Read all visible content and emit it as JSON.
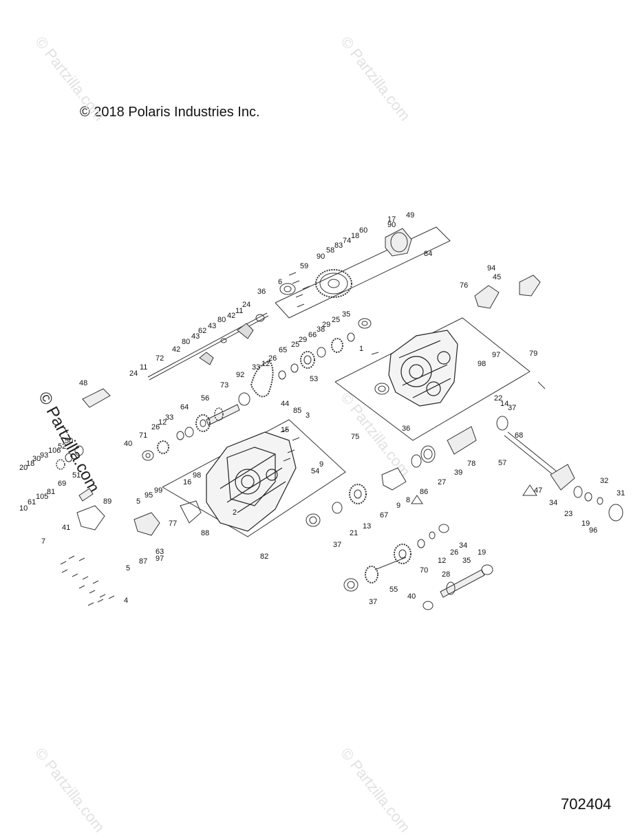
{
  "copyright": "© 2018 Polaris Industries Inc.",
  "figure_number": "702404",
  "watermark": "© Partzilla.com",
  "callouts": [
    {
      "id": "l49",
      "text": "49"
    },
    {
      "id": "l17",
      "text": "17"
    },
    {
      "id": "l90a",
      "text": "90"
    },
    {
      "id": "l60",
      "text": "60"
    },
    {
      "id": "l18",
      "text": "18"
    },
    {
      "id": "l74",
      "text": "74"
    },
    {
      "id": "l83",
      "text": "83"
    },
    {
      "id": "l58",
      "text": "58"
    },
    {
      "id": "l90b",
      "text": "90"
    },
    {
      "id": "l59",
      "text": "59"
    },
    {
      "id": "l84",
      "text": "84"
    },
    {
      "id": "l94",
      "text": "94"
    },
    {
      "id": "l45",
      "text": "45"
    },
    {
      "id": "l76",
      "text": "76"
    },
    {
      "id": "l6",
      "text": "6"
    },
    {
      "id": "l36a",
      "text": "36"
    },
    {
      "id": "l24a",
      "text": "24"
    },
    {
      "id": "l11a",
      "text": "11"
    },
    {
      "id": "l42a",
      "text": "42"
    },
    {
      "id": "l80a",
      "text": "80"
    },
    {
      "id": "l43a",
      "text": "43"
    },
    {
      "id": "l62",
      "text": "62"
    },
    {
      "id": "l80b",
      "text": "80"
    },
    {
      "id": "l43b",
      "text": "43"
    },
    {
      "id": "l42b",
      "text": "42"
    },
    {
      "id": "l35a",
      "text": "35"
    },
    {
      "id": "l25a",
      "text": "25"
    },
    {
      "id": "l29a",
      "text": "29"
    },
    {
      "id": "l38",
      "text": "38"
    },
    {
      "id": "l66",
      "text": "66"
    },
    {
      "id": "l29b",
      "text": "29"
    },
    {
      "id": "l25b",
      "text": "25"
    },
    {
      "id": "l65",
      "text": "65"
    },
    {
      "id": "l26a",
      "text": "26"
    },
    {
      "id": "l12a",
      "text": "12"
    },
    {
      "id": "l33a",
      "text": "33"
    },
    {
      "id": "l72",
      "text": "72"
    },
    {
      "id": "l11b",
      "text": "11"
    },
    {
      "id": "l24b",
      "text": "24"
    },
    {
      "id": "l1",
      "text": "1"
    },
    {
      "id": "l98",
      "text": "98"
    },
    {
      "id": "l97a",
      "text": "97"
    },
    {
      "id": "l79",
      "text": "79"
    },
    {
      "id": "l48",
      "text": "48"
    },
    {
      "id": "l92",
      "text": "92"
    },
    {
      "id": "l73",
      "text": "73"
    },
    {
      "id": "l53",
      "text": "53"
    },
    {
      "id": "l44",
      "text": "44"
    },
    {
      "id": "l85",
      "text": "85"
    },
    {
      "id": "l3",
      "text": "3"
    },
    {
      "id": "l36b",
      "text": "36"
    },
    {
      "id": "l22",
      "text": "22"
    },
    {
      "id": "l14",
      "text": "14"
    },
    {
      "id": "l37a",
      "text": "37"
    },
    {
      "id": "l68",
      "text": "68"
    },
    {
      "id": "l56",
      "text": "56"
    },
    {
      "id": "l64",
      "text": "64"
    },
    {
      "id": "l33b",
      "text": "33"
    },
    {
      "id": "l12b",
      "text": "12"
    },
    {
      "id": "l26b",
      "text": "26"
    },
    {
      "id": "l71",
      "text": "71"
    },
    {
      "id": "l40a",
      "text": "40"
    },
    {
      "id": "l15",
      "text": "15"
    },
    {
      "id": "l75",
      "text": "75"
    },
    {
      "id": "l9a",
      "text": "9"
    },
    {
      "id": "l54",
      "text": "54"
    },
    {
      "id": "l78",
      "text": "78"
    },
    {
      "id": "l39",
      "text": "39"
    },
    {
      "id": "l27",
      "text": "27"
    },
    {
      "id": "l57",
      "text": "57"
    },
    {
      "id": "l50",
      "text": "50"
    },
    {
      "id": "l52",
      "text": "52"
    },
    {
      "id": "l106",
      "text": "106"
    },
    {
      "id": "l93",
      "text": "93"
    },
    {
      "id": "l30a",
      "text": "30"
    },
    {
      "id": "l18b",
      "text": "18"
    },
    {
      "id": "l20",
      "text": "20"
    },
    {
      "id": "l51",
      "text": "51"
    },
    {
      "id": "l69",
      "text": "69"
    },
    {
      "id": "l61",
      "text": "61"
    },
    {
      "id": "l81",
      "text": "81"
    },
    {
      "id": "l105",
      "text": "105"
    },
    {
      "id": "l10",
      "text": "10"
    },
    {
      "id": "l89",
      "text": "89"
    },
    {
      "id": "l41",
      "text": "41"
    },
    {
      "id": "l7",
      "text": "7"
    },
    {
      "id": "l99",
      "text": "99"
    },
    {
      "id": "l95",
      "text": "95"
    },
    {
      "id": "l5a",
      "text": "5"
    },
    {
      "id": "l98b",
      "text": "98"
    },
    {
      "id": "l16",
      "text": "16"
    },
    {
      "id": "l2",
      "text": "2"
    },
    {
      "id": "l88",
      "text": "88"
    },
    {
      "id": "l77",
      "text": "77"
    },
    {
      "id": "l63",
      "text": "63"
    },
    {
      "id": "l97b",
      "text": "97"
    },
    {
      "id": "l87",
      "text": "87"
    },
    {
      "id": "l5b",
      "text": "5"
    },
    {
      "id": "l82",
      "text": "82"
    },
    {
      "id": "l4",
      "text": "4"
    },
    {
      "id": "l86",
      "text": "86"
    },
    {
      "id": "l9b",
      "text": "9"
    },
    {
      "id": "l8",
      "text": "8"
    },
    {
      "id": "l67",
      "text": "67"
    },
    {
      "id": "l47",
      "text": "47"
    },
    {
      "id": "l34a",
      "text": "34"
    },
    {
      "id": "l32",
      "text": "32"
    },
    {
      "id": "l31",
      "text": "31"
    },
    {
      "id": "l23",
      "text": "23"
    },
    {
      "id": "l19a",
      "text": "19"
    },
    {
      "id": "l96",
      "text": "96"
    },
    {
      "id": "l37b",
      "text": "37"
    },
    {
      "id": "l21",
      "text": "21"
    },
    {
      "id": "l13",
      "text": "13"
    },
    {
      "id": "l34b",
      "text": "34"
    },
    {
      "id": "l26c",
      "text": "26"
    },
    {
      "id": "l12c",
      "text": "12"
    },
    {
      "id": "l70",
      "text": "70"
    },
    {
      "id": "l19b",
      "text": "19"
    },
    {
      "id": "l35b",
      "text": "35"
    },
    {
      "id": "l28",
      "text": "28"
    },
    {
      "id": "l37c",
      "text": "37"
    },
    {
      "id": "l55",
      "text": "55"
    },
    {
      "id": "l40b",
      "text": "40"
    }
  ]
}
